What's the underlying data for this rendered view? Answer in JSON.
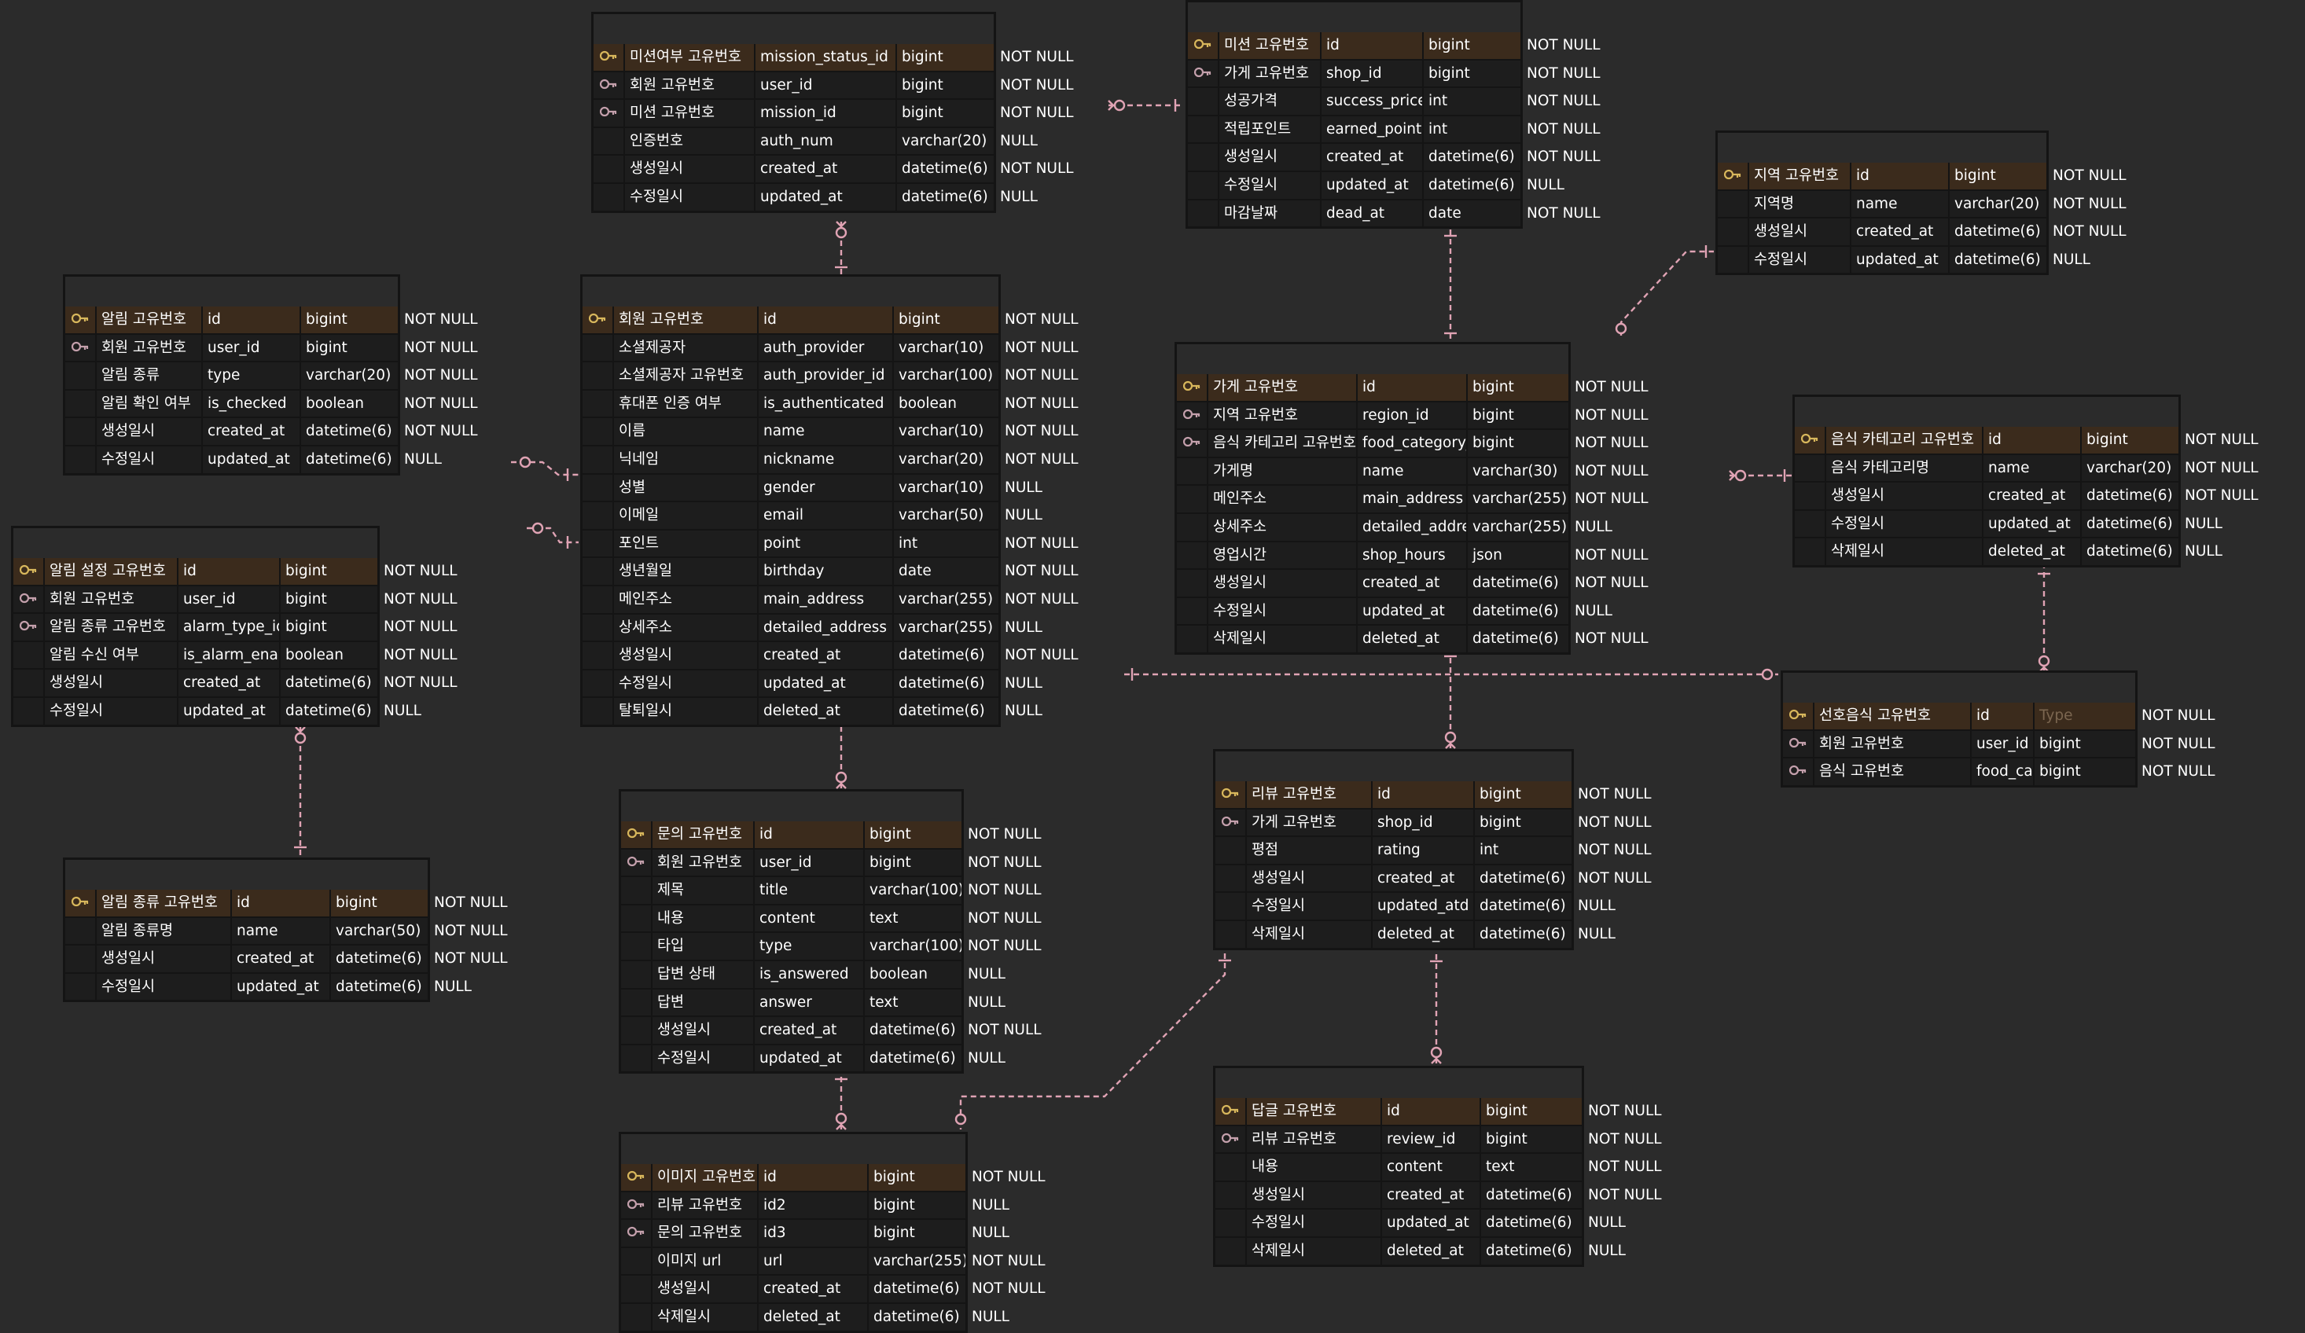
{
  "tables": {
    "mission_status": {
      "title_ko": "미션여부",
      "title_en": "mission_status",
      "rows": [
        {
          "key": "pk",
          "ko": "미션여부 고유번호",
          "name": "mission_status_id",
          "type": "bigint",
          "null": "NOT NULL"
        },
        {
          "key": "fk",
          "ko": "회원 고유번호",
          "name": "user_id",
          "type": "bigint",
          "null": "NOT NULL"
        },
        {
          "key": "fk",
          "ko": "미션 고유번호",
          "name": "mission_id",
          "type": "bigint",
          "null": "NOT NULL"
        },
        {
          "key": "",
          "ko": "인증번호",
          "name": "auth_num",
          "type": "varchar(20)",
          "null": "NULL"
        },
        {
          "key": "",
          "ko": "생성일시",
          "name": "created_at",
          "type": "datetime(6)",
          "null": "NOT NULL"
        },
        {
          "key": "",
          "ko": "수정일시",
          "name": "updated_at",
          "type": "datetime(6)",
          "null": "NULL"
        }
      ]
    },
    "mission": {
      "title_ko": "미션",
      "title_en": "mission",
      "rows": [
        {
          "key": "pk",
          "ko": "미션 고유번호",
          "name": "id",
          "type": "bigint",
          "null": "NOT NULL"
        },
        {
          "key": "fk",
          "ko": "가게 고유번호",
          "name": "shop_id",
          "type": "bigint",
          "null": "NOT NULL"
        },
        {
          "key": "",
          "ko": "성공가격",
          "name": "success_price",
          "type": "int",
          "null": "NOT NULL"
        },
        {
          "key": "",
          "ko": "적립포인트",
          "name": "earned_point",
          "type": "int",
          "null": "NOT NULL"
        },
        {
          "key": "",
          "ko": "생성일시",
          "name": "created_at",
          "type": "datetime(6)",
          "null": "NOT NULL"
        },
        {
          "key": "",
          "ko": "수정일시",
          "name": "updated_at",
          "type": "datetime(6)",
          "null": "NULL"
        },
        {
          "key": "",
          "ko": "마감날짜",
          "name": "dead_at",
          "type": "date",
          "null": "NOT NULL"
        }
      ]
    },
    "region": {
      "title_ko": "지역",
      "title_en": "region",
      "rows": [
        {
          "key": "pk",
          "ko": "지역 고유번호",
          "name": "id",
          "type": "bigint",
          "null": "NOT NULL"
        },
        {
          "key": "",
          "ko": "지역명",
          "name": "name",
          "type": "varchar(20)",
          "null": "NOT NULL"
        },
        {
          "key": "",
          "ko": "생성일시",
          "name": "created_at",
          "type": "datetime(6)",
          "null": "NOT NULL"
        },
        {
          "key": "",
          "ko": "수정일시",
          "name": "updated_at",
          "type": "datetime(6)",
          "null": "NULL"
        }
      ]
    },
    "alarm": {
      "title_ko": "알림",
      "title_en": "alarm",
      "rows": [
        {
          "key": "pk",
          "ko": "알림 고유번호",
          "name": "id",
          "type": "bigint",
          "null": "NOT NULL"
        },
        {
          "key": "fk",
          "ko": "회원 고유번호",
          "name": "user_id",
          "type": "bigint",
          "null": "NOT NULL"
        },
        {
          "key": "",
          "ko": "알림 종류",
          "name": "type",
          "type": "varchar(20)",
          "null": "NOT NULL"
        },
        {
          "key": "",
          "ko": "알림 확인 여부",
          "name": "is_checked",
          "type": "boolean",
          "null": "NOT NULL"
        },
        {
          "key": "",
          "ko": "생성일시",
          "name": "created_at",
          "type": "datetime(6)",
          "null": "NOT NULL"
        },
        {
          "key": "",
          "ko": "수정일시",
          "name": "updated_at",
          "type": "datetime(6)",
          "null": "NULL"
        }
      ]
    },
    "user": {
      "title_ko": "회원",
      "title_en": "user",
      "rows": [
        {
          "key": "pk",
          "ko": "회원 고유번호",
          "name": "id",
          "type": "bigint",
          "null": "NOT NULL"
        },
        {
          "key": "",
          "ko": "소셜제공자",
          "name": "auth_provider",
          "type": "varchar(10)",
          "null": "NOT NULL"
        },
        {
          "key": "",
          "ko": "소셜제공자 고유번호",
          "name": "auth_provider_id",
          "type": "varchar(100)",
          "null": "NOT NULL"
        },
        {
          "key": "",
          "ko": "휴대폰 인증 여부",
          "name": "is_authenticated",
          "type": "boolean",
          "null": "NOT NULL"
        },
        {
          "key": "",
          "ko": "이름",
          "name": "name",
          "type": "varchar(10)",
          "null": "NOT NULL"
        },
        {
          "key": "",
          "ko": "닉네임",
          "name": "nickname",
          "type": "varchar(20)",
          "null": "NOT NULL"
        },
        {
          "key": "",
          "ko": "성별",
          "name": "gender",
          "type": "varchar(10)",
          "null": "NULL"
        },
        {
          "key": "",
          "ko": "이메일",
          "name": "email",
          "type": "varchar(50)",
          "null": "NULL"
        },
        {
          "key": "",
          "ko": "포인트",
          "name": "point",
          "type": "int",
          "null": "NOT NULL"
        },
        {
          "key": "",
          "ko": "생년월일",
          "name": "birthday",
          "type": "date",
          "null": "NOT NULL"
        },
        {
          "key": "",
          "ko": "메인주소",
          "name": "main_address",
          "type": "varchar(255)",
          "null": "NOT NULL"
        },
        {
          "key": "",
          "ko": "상세주소",
          "name": "detailed_address",
          "type": "varchar(255)",
          "null": "NULL"
        },
        {
          "key": "",
          "ko": "생성일시",
          "name": "created_at",
          "type": "datetime(6)",
          "null": "NOT NULL"
        },
        {
          "key": "",
          "ko": "수정일시",
          "name": "updated_at",
          "type": "datetime(6)",
          "null": "NULL"
        },
        {
          "key": "",
          "ko": "탈퇴일시",
          "name": "deleted_at",
          "type": "datetime(6)",
          "null": "NULL"
        }
      ]
    },
    "shop": {
      "title_ko": "가게",
      "title_en": "shop",
      "rows": [
        {
          "key": "pk",
          "ko": "가게 고유번호",
          "name": "id",
          "type": "bigint",
          "null": "NOT NULL"
        },
        {
          "key": "fk",
          "ko": "지역 고유번호",
          "name": "region_id",
          "type": "bigint",
          "null": "NOT NULL"
        },
        {
          "key": "fk",
          "ko": "음식 카테고리 고유번호",
          "name": "food_category_id",
          "type": "bigint",
          "null": "NOT NULL"
        },
        {
          "key": "",
          "ko": "가게명",
          "name": "name",
          "type": "varchar(30)",
          "null": "NOT NULL"
        },
        {
          "key": "",
          "ko": "메인주소",
          "name": "main_address",
          "type": "varchar(255)",
          "null": "NOT NULL"
        },
        {
          "key": "",
          "ko": "상세주소",
          "name": "detailed_address",
          "type": "varchar(255)",
          "null": "NULL"
        },
        {
          "key": "",
          "ko": "영업시간",
          "name": "shop_hours",
          "type": "json",
          "null": "NOT NULL"
        },
        {
          "key": "",
          "ko": "생성일시",
          "name": "created_at",
          "type": "datetime(6)",
          "null": "NOT NULL"
        },
        {
          "key": "",
          "ko": "수정일시",
          "name": "updated_at",
          "type": "datetime(6)",
          "null": "NULL"
        },
        {
          "key": "",
          "ko": "삭제일시",
          "name": "deleted_at",
          "type": "datetime(6)",
          "null": "NOT NULL"
        }
      ]
    },
    "food_category": {
      "title_ko": "음식 카테고리",
      "title_en": "food_category",
      "rows": [
        {
          "key": "pk",
          "ko": "음식 카테고리 고유번호",
          "name": "id",
          "type": "bigint",
          "null": "NOT NULL"
        },
        {
          "key": "",
          "ko": "음식 카테고리명",
          "name": "name",
          "type": "varchar(20)",
          "null": "NOT NULL"
        },
        {
          "key": "",
          "ko": "생성일시",
          "name": "created_at",
          "type": "datetime(6)",
          "null": "NOT NULL"
        },
        {
          "key": "",
          "ko": "수정일시",
          "name": "updated_at",
          "type": "datetime(6)",
          "null": "NULL"
        },
        {
          "key": "",
          "ko": "삭제일시",
          "name": "deleted_at",
          "type": "datetime(6)",
          "null": "NULL"
        }
      ]
    },
    "alarm_setting": {
      "title_ko": "알림 설정",
      "title_en": "alarm_setting",
      "rows": [
        {
          "key": "pk",
          "ko": "알림 설정 고유번호",
          "name": "id",
          "type": "bigint",
          "null": "NOT NULL"
        },
        {
          "key": "fk",
          "ko": "회원 고유번호",
          "name": "user_id",
          "type": "bigint",
          "null": "NOT NULL"
        },
        {
          "key": "fk",
          "ko": "알림 종류 고유번호",
          "name": "alarm_type_id",
          "type": "bigint",
          "null": "NOT NULL"
        },
        {
          "key": "",
          "ko": "알림 수신 여부",
          "name": "is_alarm_enabled",
          "type": "boolean",
          "null": "NOT NULL"
        },
        {
          "key": "",
          "ko": "생성일시",
          "name": "created_at",
          "type": "datetime(6)",
          "null": "NOT NULL"
        },
        {
          "key": "",
          "ko": "수정일시",
          "name": "updated_at",
          "type": "datetime(6)",
          "null": "NULL"
        }
      ]
    },
    "preferred_food": {
      "title_ko": "선호음식",
      "title_en": "preferred_food",
      "rows": [
        {
          "key": "pk",
          "ko": "선호음식 고유번호",
          "name": "id",
          "type": "Type",
          "null": "NOT NULL",
          "type_placeholder": true
        },
        {
          "key": "fk",
          "ko": "회원 고유번호",
          "name": "user_id",
          "type": "bigint",
          "null": "NOT NULL"
        },
        {
          "key": "fk",
          "ko": "음식 고유번호",
          "name": "food_category_id",
          "type": "bigint",
          "null": "NOT NULL"
        }
      ]
    },
    "review": {
      "title_ko": "리뷰",
      "title_en": "review",
      "rows": [
        {
          "key": "pk",
          "ko": "리뷰 고유번호",
          "name": "id",
          "type": "bigint",
          "null": "NOT NULL"
        },
        {
          "key": "fk",
          "ko": "가게 고유번호",
          "name": "shop_id",
          "type": "bigint",
          "null": "NOT NULL"
        },
        {
          "key": "",
          "ko": "평점",
          "name": "rating",
          "type": "int",
          "null": "NOT NULL"
        },
        {
          "key": "",
          "ko": "생성일시",
          "name": "created_at",
          "type": "datetime(6)",
          "null": "NOT NULL"
        },
        {
          "key": "",
          "ko": "수정일시",
          "name": "updated_atd",
          "type": "datetime(6)",
          "null": "NULL"
        },
        {
          "key": "",
          "ko": "삭제일시",
          "name": "deleted_at",
          "type": "datetime(6)",
          "null": "NULL"
        }
      ]
    },
    "inquiry": {
      "title_ko": "문의",
      "title_en": "inquiry",
      "rows": [
        {
          "key": "pk",
          "ko": "문의 고유번호",
          "name": "id",
          "type": "bigint",
          "null": "NOT NULL"
        },
        {
          "key": "fk",
          "ko": "회원 고유번호",
          "name": "user_id",
          "type": "bigint",
          "null": "NOT NULL"
        },
        {
          "key": "",
          "ko": "제목",
          "name": "title",
          "type": "varchar(100)",
          "null": "NOT NULL"
        },
        {
          "key": "",
          "ko": "내용",
          "name": "content",
          "type": "text",
          "null": "NOT NULL"
        },
        {
          "key": "",
          "ko": "타입",
          "name": "type",
          "type": "varchar(100)",
          "null": "NOT NULL"
        },
        {
          "key": "",
          "ko": "답변 상태",
          "name": "is_answered",
          "type": "boolean",
          "null": "NULL"
        },
        {
          "key": "",
          "ko": "답변",
          "name": "answer",
          "type": "text",
          "null": "NULL"
        },
        {
          "key": "",
          "ko": "생성일시",
          "name": "created_at",
          "type": "datetime(6)",
          "null": "NOT NULL"
        },
        {
          "key": "",
          "ko": "수정일시",
          "name": "updated_at",
          "type": "datetime(6)",
          "null": "NULL"
        }
      ]
    },
    "alarm_type": {
      "title_ko": "알림 종류",
      "title_en": "alarm_type",
      "rows": [
        {
          "key": "pk",
          "ko": "알림 종류 고유번호",
          "name": "id",
          "type": "bigint",
          "null": "NOT NULL"
        },
        {
          "key": "",
          "ko": "알림 종류명",
          "name": "name",
          "type": "varchar(50)",
          "null": "NOT NULL"
        },
        {
          "key": "",
          "ko": "생성일시",
          "name": "created_at",
          "type": "datetime(6)",
          "null": "NOT NULL"
        },
        {
          "key": "",
          "ko": "수정일시",
          "name": "updated_at",
          "type": "datetime(6)",
          "null": "NULL"
        }
      ]
    },
    "comment": {
      "title_ko": "사장님답글",
      "title_en": "comment",
      "rows": [
        {
          "key": "pk",
          "ko": "답글 고유번호",
          "name": "id",
          "type": "bigint",
          "null": "NOT NULL"
        },
        {
          "key": "fk",
          "ko": "리뷰 고유번호",
          "name": "review_id",
          "type": "bigint",
          "null": "NOT NULL"
        },
        {
          "key": "",
          "ko": "내용",
          "name": "content",
          "type": "text",
          "null": "NOT NULL"
        },
        {
          "key": "",
          "ko": "생성일시",
          "name": "created_at",
          "type": "datetime(6)",
          "null": "NOT NULL"
        },
        {
          "key": "",
          "ko": "수정일시",
          "name": "updated_at",
          "type": "datetime(6)",
          "null": "NULL"
        },
        {
          "key": "",
          "ko": "삭제일시",
          "name": "deleted_at",
          "type": "datetime(6)",
          "null": "NULL"
        }
      ]
    },
    "image": {
      "title_ko": "이미지",
      "title_en": "image",
      "rows": [
        {
          "key": "pk",
          "ko": "이미지 고유번호",
          "name": "id",
          "type": "bigint",
          "null": "NOT NULL"
        },
        {
          "key": "fk",
          "ko": "리뷰 고유번호",
          "name": "id2",
          "type": "bigint",
          "null": "NULL"
        },
        {
          "key": "fk",
          "ko": "문의 고유번호",
          "name": "id3",
          "type": "bigint",
          "null": "NULL"
        },
        {
          "key": "",
          "ko": "이미지 url",
          "name": "url",
          "type": "varchar(255)",
          "null": "NOT NULL"
        },
        {
          "key": "",
          "ko": "생성일시",
          "name": "created_at",
          "type": "datetime(6)",
          "null": "NOT NULL"
        },
        {
          "key": "",
          "ko": "삭제일시",
          "name": "deleted_at",
          "type": "datetime(6)",
          "null": "NULL"
        }
      ]
    }
  },
  "colors": {
    "background": "#2b2b2b",
    "table_body": "#1d1d1d",
    "pk_row": "#3b2b1c",
    "pk_key": "#d8b75c",
    "fk_key": "#c4a0ac",
    "connector": "#e0a3b4",
    "placeholder": "#7b6650"
  },
  "icons": {
    "pk": "primary-key-icon",
    "fk": "foreign-key-icon"
  }
}
